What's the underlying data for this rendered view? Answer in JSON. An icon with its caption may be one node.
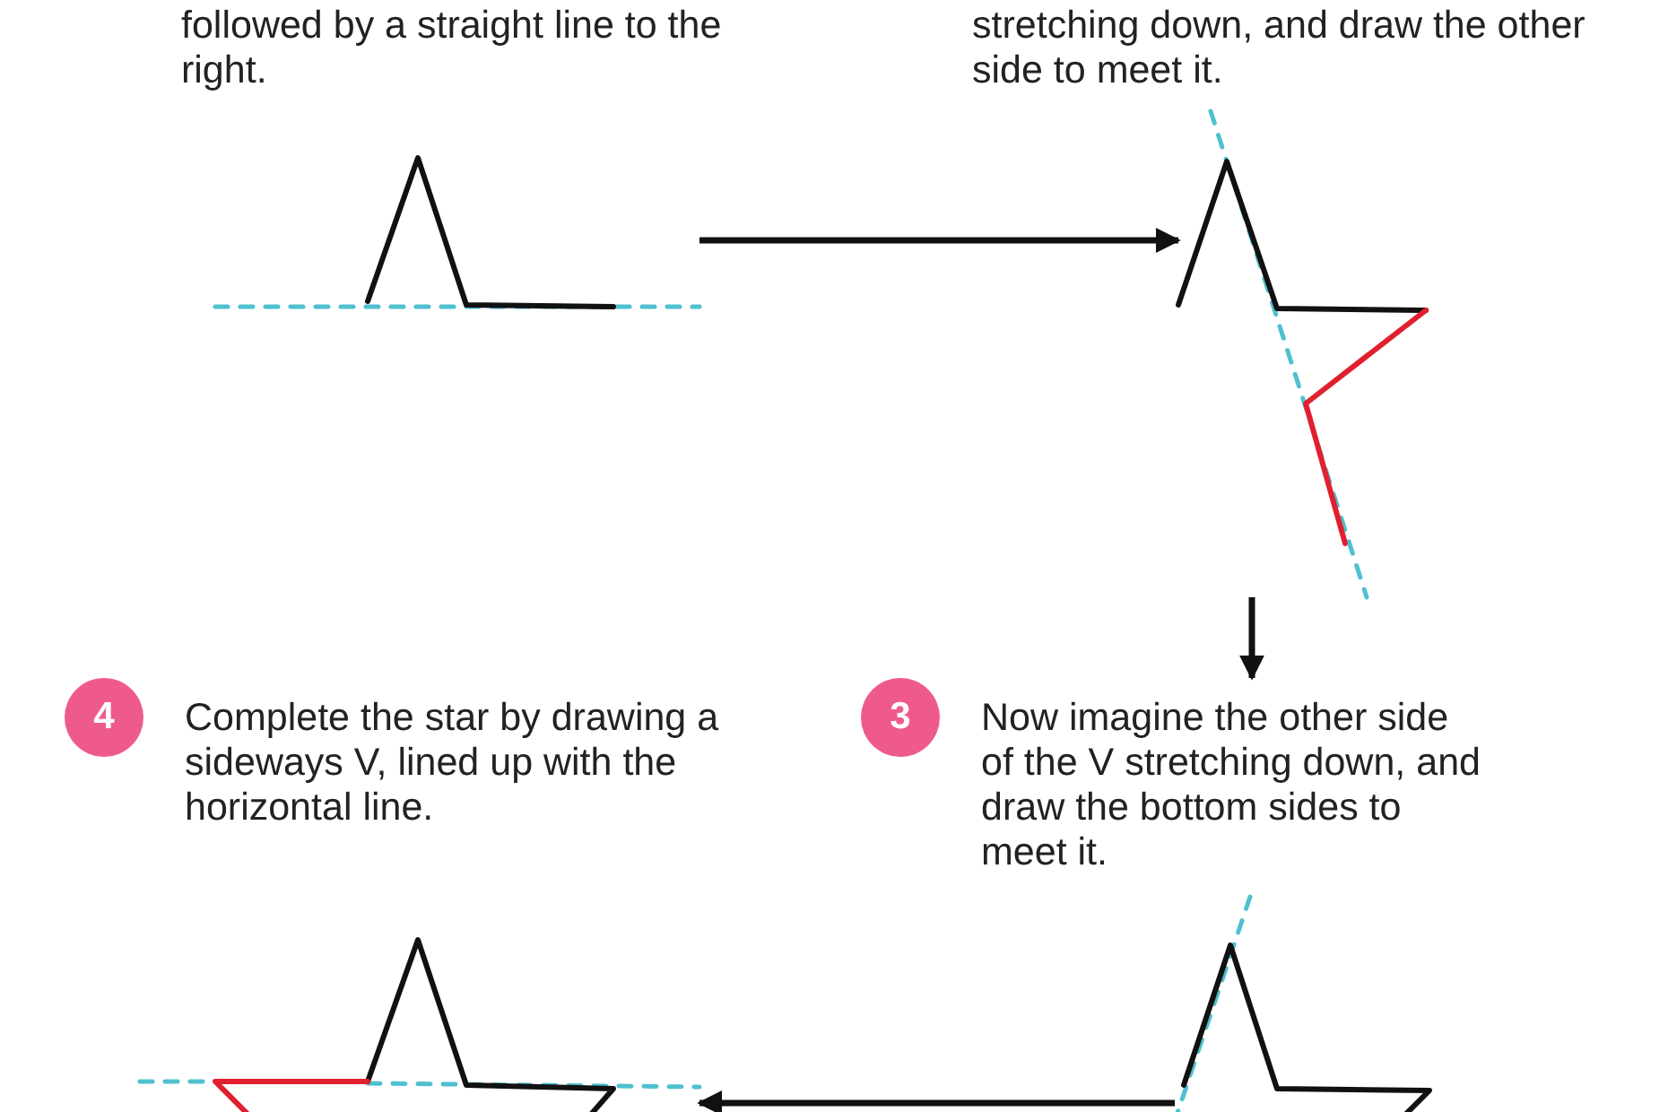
{
  "diagram": {
    "nodes": [
      {
        "text": [
          "followed by a straight line to the right."
        ]
      },
      {
        "text": [
          "stretching down, and draw the other side to meet it."
        ]
      },
      {
        "text": [],
        "shape": "picture"
      },
      {
        "text": [],
        "shape": "picture"
      },
      {
        "text": [
          "4",
          "Complete the star by drawing a sideways V, lined up with the horizontal line."
        ]
      },
      {
        "text": [
          "3",
          "Now imagine the other side of the V stretching down, and draw the bottom sides to meet it."
        ]
      },
      {
        "text": [],
        "shape": "picture"
      },
      {
        "text": [],
        "shape": "picture"
      }
    ],
    "edges": [
      {
        "from": 2,
        "to": 3,
        "arrow": "to"
      },
      {
        "from": 3,
        "to": 5,
        "arrow": "to"
      },
      {
        "from": 7,
        "to": 6,
        "arrow": "to"
      }
    ]
  }
}
